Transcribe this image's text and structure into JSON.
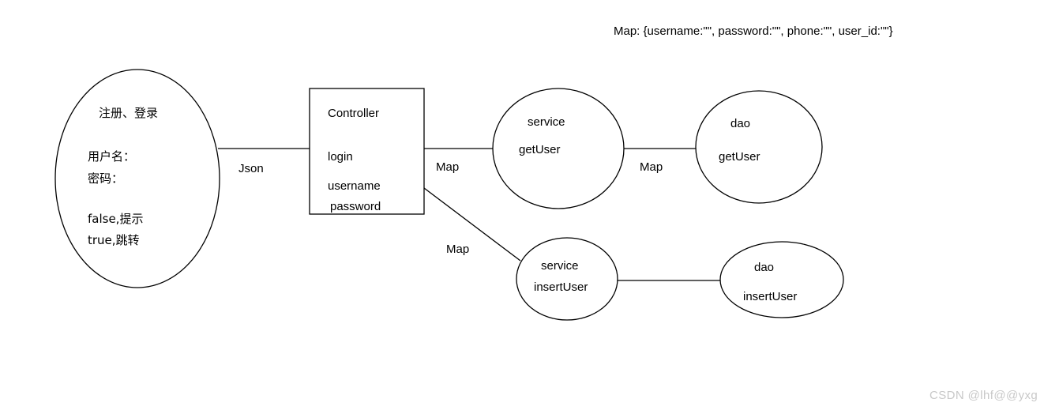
{
  "diagram": {
    "note": {
      "text": "Map: {username:\"\", password:\"\", phone:\"\", user_id:\"\"}"
    },
    "client_node": {
      "title": "注册、登录",
      "field_username": "用户名：",
      "field_password": "密码：",
      "result_false": "false,提示",
      "result_true": "true,跳转"
    },
    "controller_node": {
      "title": "Controller",
      "method": "login",
      "param_username": "username",
      "param_password": "password"
    },
    "service_get_node": {
      "layer": "service",
      "method": "getUser"
    },
    "dao_get_node": {
      "layer": "dao",
      "method": "getUser"
    },
    "service_insert_node": {
      "layer": "service",
      "method": "insertUser"
    },
    "dao_insert_node": {
      "layer": "dao",
      "method": "insertUser"
    },
    "edges": {
      "client_to_controller": "Json",
      "controller_to_service_get": "Map",
      "controller_to_service_insert": "Map",
      "service_get_to_dao_get": "Map"
    },
    "watermark": "CSDN @lhf@@yxg",
    "colors": {
      "stroke": "#000000",
      "background": "#ffffff",
      "text": "#000000",
      "watermark": "#c8c8c8"
    }
  }
}
